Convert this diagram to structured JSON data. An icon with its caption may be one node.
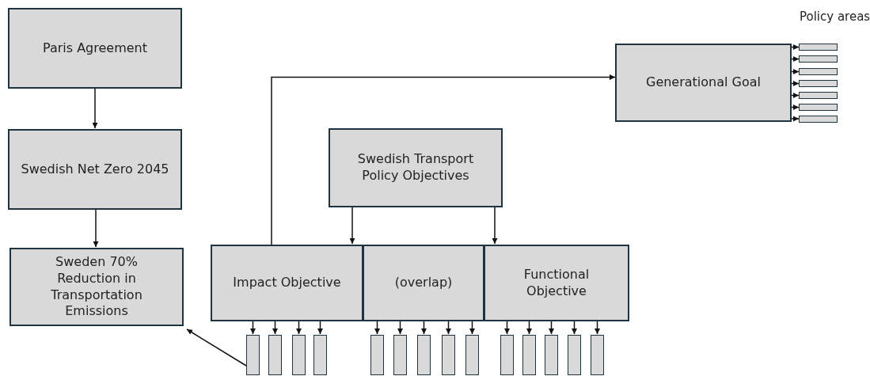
{
  "diagram": {
    "nodes": [
      {
        "text": [
          "Paris Agreement"
        ]
      },
      {
        "text": [
          "Swedish Net Zero 2045"
        ]
      },
      {
        "text": [
          "Sweden 70% Reduction in Transportation Emissions"
        ]
      },
      {
        "text": [
          "Swedish Transport Policy Objectives"
        ]
      },
      {
        "text": [
          "Impact Objective"
        ]
      },
      {
        "text": [
          "(overlap)"
        ]
      },
      {
        "text": [
          "Functional Objective"
        ]
      },
      {
        "text": [
          "Generational Goal"
        ]
      },
      {
        "text": [],
        "shape": "bar"
      },
      {
        "text": [],
        "shape": "bar"
      },
      {
        "text": [],
        "shape": "bar"
      },
      {
        "text": [],
        "shape": "bar"
      },
      {
        "text": [],
        "shape": "bar"
      },
      {
        "text": [],
        "shape": "bar"
      },
      {
        "text": [],
        "shape": "bar"
      },
      {
        "text": [],
        "shape": "bar"
      },
      {
        "text": [],
        "shape": "bar"
      },
      {
        "text": [],
        "shape": "bar"
      },
      {
        "text": [],
        "shape": "bar"
      },
      {
        "text": [],
        "shape": "bar"
      },
      {
        "text": [],
        "shape": "bar"
      },
      {
        "text": [],
        "shape": "bar"
      },
      {
        "text": [],
        "shape": "bar"
      },
      {
        "text": [],
        "shape": "bar"
      },
      {
        "text": [],
        "shape": "bar"
      },
      {
        "text": [],
        "shape": "bar"
      },
      {
        "text": [],
        "shape": "bar"
      },
      {
        "text": [],
        "shape": "bar"
      },
      {
        "text": [],
        "shape": "bar"
      }
    ],
    "edges": [
      {
        "from": 0,
        "to": 1,
        "arrow": "to"
      },
      {
        "from": 1,
        "to": 2,
        "arrow": "to"
      },
      {
        "from": 3,
        "to": 4,
        "arrow": "to"
      },
      {
        "from": 3,
        "to": 6,
        "arrow": "to"
      },
      {
        "from": 4,
        "to": 7,
        "arrow": "to"
      },
      {
        "from": 7,
        "to": 8,
        "arrow": "to"
      },
      {
        "from": 7,
        "to": 9,
        "arrow": "to"
      },
      {
        "from": 7,
        "to": 10,
        "arrow": "to"
      },
      {
        "from": 7,
        "to": 11,
        "arrow": "to"
      },
      {
        "from": 7,
        "to": 12,
        "arrow": "to"
      },
      {
        "from": 7,
        "to": 13,
        "arrow": "to"
      },
      {
        "from": 7,
        "to": 14,
        "arrow": "to"
      },
      {
        "from": 4,
        "to": 15,
        "arrow": "to"
      },
      {
        "from": 4,
        "to": 16,
        "arrow": "to"
      },
      {
        "from": 4,
        "to": 17,
        "arrow": "to"
      },
      {
        "from": 4,
        "to": 18,
        "arrow": "to"
      },
      {
        "from": 5,
        "to": 19,
        "arrow": "to"
      },
      {
        "from": 5,
        "to": 20,
        "arrow": "to"
      },
      {
        "from": 5,
        "to": 21,
        "arrow": "to"
      },
      {
        "from": 5,
        "to": 22,
        "arrow": "to"
      },
      {
        "from": 5,
        "to": 23,
        "arrow": "to"
      },
      {
        "from": 6,
        "to": 24,
        "arrow": "to"
      },
      {
        "from": 6,
        "to": 25,
        "arrow": "to"
      },
      {
        "from": 6,
        "to": 26,
        "arrow": "to"
      },
      {
        "from": 6,
        "to": 27,
        "arrow": "to"
      },
      {
        "from": 6,
        "to": 28,
        "arrow": "to"
      },
      {
        "from": 15,
        "to": 2,
        "arrow": "to"
      }
    ],
    "labels": [
      "Policy areas"
    ]
  }
}
